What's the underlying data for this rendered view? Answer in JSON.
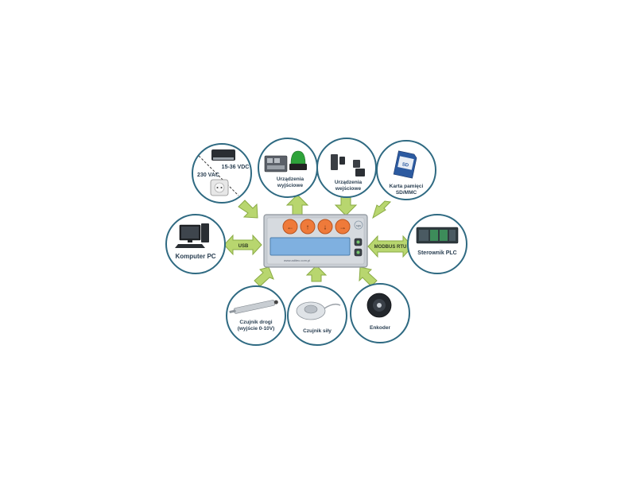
{
  "nodes": {
    "power": {
      "label_dc": "15-36 VDC",
      "label_ac": "230 VAC"
    },
    "outputs": {
      "line1": "Urządzenia",
      "line2": "wyjściowe"
    },
    "inputs": {
      "line1": "Urządzenia",
      "line2": "wejściowe"
    },
    "memory_card": {
      "line1": "Karta pamięci",
      "line2": "SD/MMC",
      "card_text": "SD"
    },
    "pc": {
      "label": "Komputer PC"
    },
    "plc": {
      "label": "Sterownik PLC"
    },
    "distance_sensor": {
      "line1": "Czujnik drogi",
      "line2": "(wyjście 0-10V)"
    },
    "force_sensor": {
      "label": "Czujnik siły"
    },
    "encoder": {
      "label": "Enkoder"
    }
  },
  "connections": {
    "usb": "USB",
    "modbus": "MODBUS RTU"
  },
  "device": {
    "url": "www.aditec.com.pl",
    "logo": "sgs"
  },
  "colors": {
    "circle_stroke": "#2f6a82",
    "arrow_fill": "#b8d66f",
    "device_body": "#c9ced4",
    "button_orange": "#ef7a3a",
    "lcd": "#7fb0e0"
  }
}
